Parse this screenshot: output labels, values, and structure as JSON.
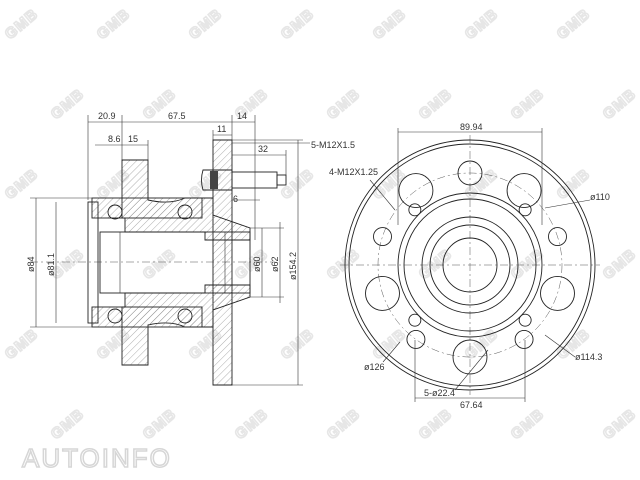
{
  "watermark": "GMB",
  "logo": "AUTOINFO",
  "side_view": {
    "dims": {
      "d1": "20.9",
      "d2": "67.5",
      "d3": "14",
      "d4": "8.6",
      "d5": "15",
      "d6": "11",
      "d7": "32",
      "d8": "5-M12X1.5",
      "d9": "4-M12X1.25",
      "d10": "6",
      "d11": "ø84",
      "d12": "ø81.1",
      "d13": "ø60",
      "d14": "ø62",
      "d15": "ø154.2"
    }
  },
  "front_view": {
    "dims": {
      "d1": "89.94",
      "d2": "ø110",
      "d3": "ø126",
      "d4": "ø114.3",
      "d5": "5-ø22.4",
      "d6": "67.64"
    }
  }
}
